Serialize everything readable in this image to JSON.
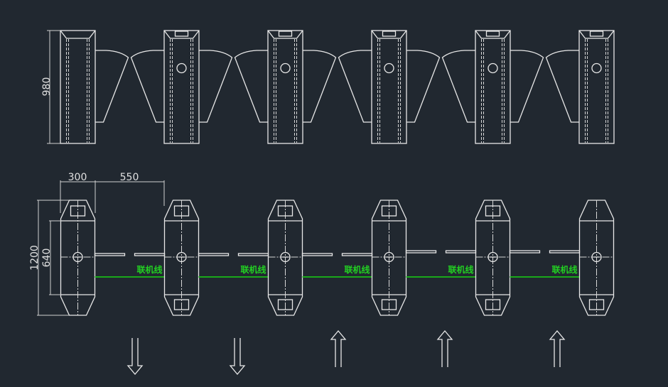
{
  "drawing": {
    "dimensions": {
      "top_height": "980",
      "unit_width": "300",
      "gap_width": "550",
      "overall_length": "1200",
      "inner_length": "640"
    },
    "link_label": "联机线",
    "unit_count": 6,
    "arrows": [
      "down",
      "down",
      "up",
      "up",
      "up"
    ],
    "colors": {
      "background": "#212830",
      "line": "#e8e8e8",
      "link": "#1aa81a",
      "link_text": "#22d022"
    }
  }
}
